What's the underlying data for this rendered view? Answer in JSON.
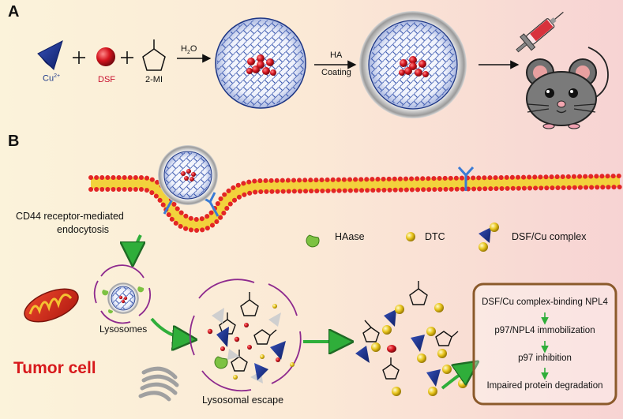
{
  "panel_a": {
    "label": "A",
    "reagents": [
      {
        "name": "Cu",
        "superscript": "2+",
        "color": "#1f3a8a"
      },
      {
        "name": "DSF",
        "color": "#c8102e"
      },
      {
        "name": "2-MI",
        "color": "#111111"
      }
    ],
    "plus": "+",
    "step1": {
      "main": "H",
      "sub": "2",
      "tail": "O"
    },
    "step2_line1": "HA",
    "step2_line2": "Coating"
  },
  "panel_b": {
    "label": "B",
    "endocytosis_line1": "CD44 receptor-mediated",
    "endocytosis_line2": "endocytosis",
    "legend": [
      {
        "name": "HAase"
      },
      {
        "name": "DTC"
      },
      {
        "name": "DSF/Cu complex"
      }
    ],
    "lysosomes": "Lysosomes",
    "lysosomal_escape": "Lysosomal escape",
    "tumor_cell": "Tumor cell",
    "mechanism": [
      "DSF/Cu complex-binding NPL4",
      "p97/NPL4 immobilization",
      "p97 inhibition",
      "Impaired protein degradation"
    ]
  },
  "colors": {
    "cu": "#1f3a8a",
    "dsf": "#c8102e",
    "tumor_label": "#d7191c",
    "membrane_head": "#e32626",
    "membrane_tail": "#f2d23c",
    "box_border": "#8b5a2b",
    "arrow_green": "#2fae3a"
  }
}
